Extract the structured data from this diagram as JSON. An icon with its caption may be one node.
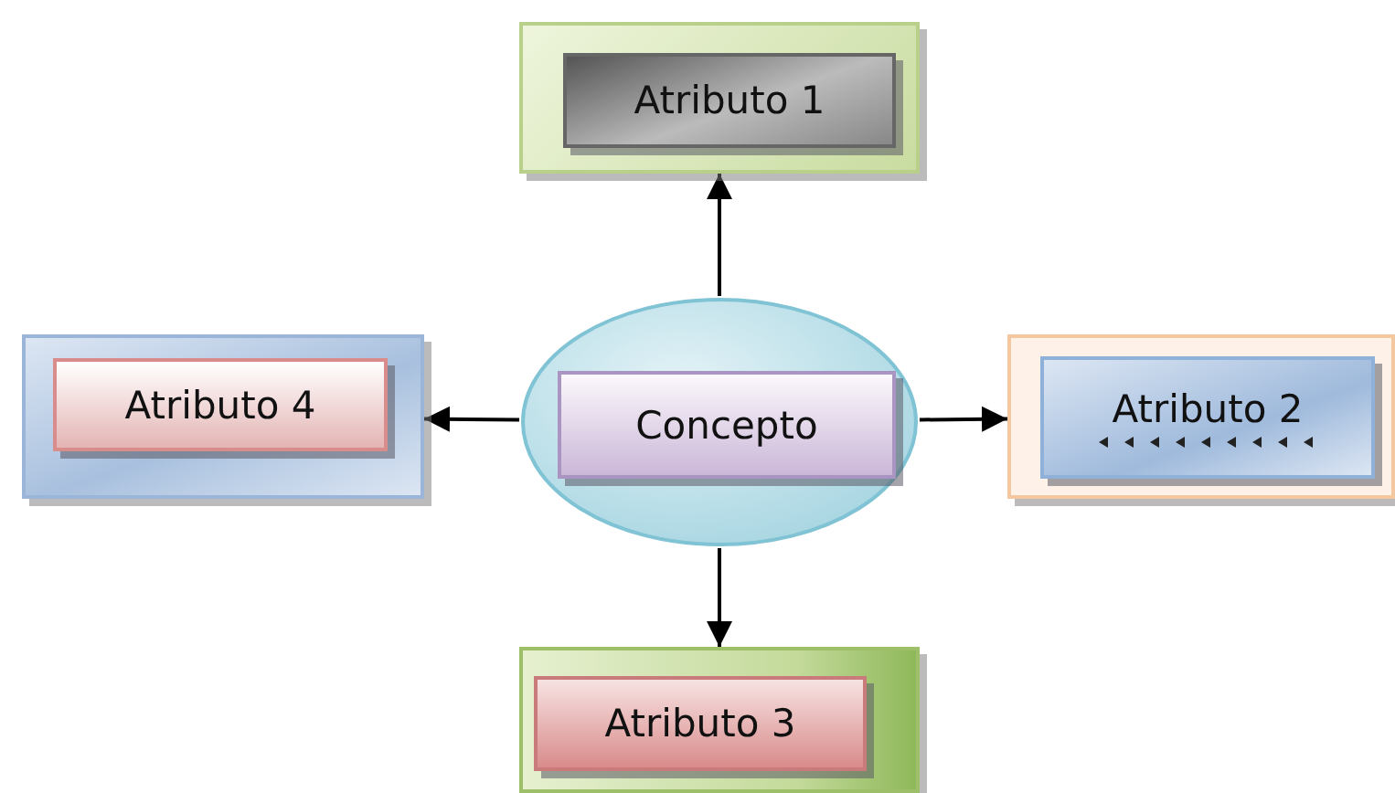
{
  "diagram": {
    "nodes": [
      {
        "text": [],
        "shape": "box"
      },
      {
        "text": [
          "Atributo 1"
        ],
        "in": 0
      },
      {
        "text": [],
        "shape": "box"
      },
      {
        "text": [
          "Atributo 4"
        ],
        "in": 2
      },
      {
        "text": [],
        "shape": "ellipse"
      },
      {
        "text": [
          "Concepto"
        ],
        "in": 4
      },
      {
        "text": [],
        "shape": "box"
      },
      {
        "text": [
          "Atributo 2"
        ],
        "in": 6
      },
      {
        "text": [],
        "shape": "box"
      },
      {
        "text": [
          "Atributo 3"
        ],
        "in": 8
      }
    ],
    "edges": [
      {
        "from": 4,
        "to": 0,
        "arrow": "to"
      },
      {
        "from": 4,
        "to": 2,
        "arrow": "to"
      },
      {
        "from": 4,
        "to": 6,
        "arrow": "to"
      },
      {
        "from": 4,
        "to": 8,
        "arrow": "to"
      }
    ]
  }
}
